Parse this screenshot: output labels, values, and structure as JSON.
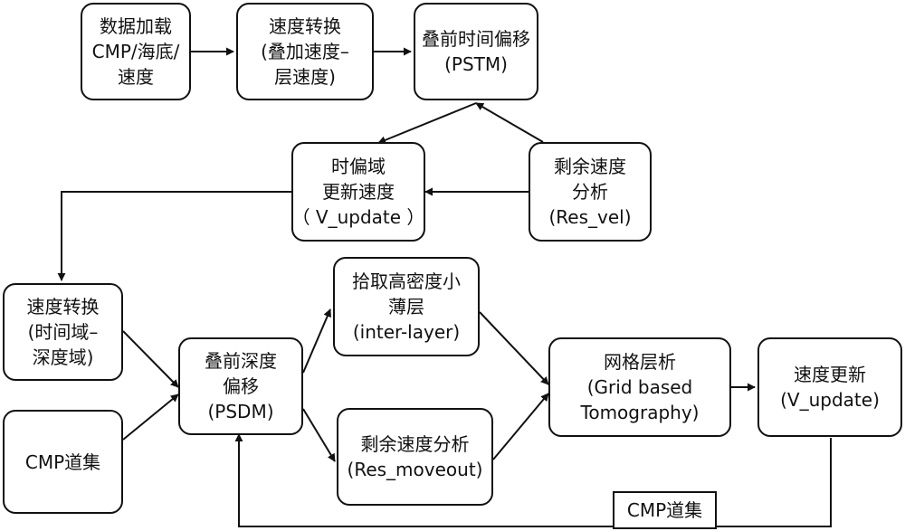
{
  "nodes": {
    "load": {
      "lines": [
        "数据加载",
        "CMP/海底/",
        "速度"
      ]
    },
    "conv1": {
      "lines": [
        "速度转换",
        "(叠加速度–",
        "层速度)"
      ]
    },
    "pstm": {
      "lines": [
        "叠前时间偏移",
        "(PSTM)"
      ]
    },
    "resvel": {
      "lines": [
        "剩余速度",
        "分析",
        "(Res_vel)"
      ]
    },
    "vupdate1": {
      "lines": [
        "时偏域",
        "更新速度",
        "（ V_update ）"
      ]
    },
    "conv2": {
      "lines": [
        "速度转换",
        "(时间域–",
        "深度域)"
      ]
    },
    "cmp": {
      "lines": [
        "CMP道集"
      ]
    },
    "psdm": {
      "lines": [
        "叠前深度",
        "偏移",
        "(PSDM)"
      ]
    },
    "interlayer": {
      "lines": [
        "拾取高密度小",
        "薄层",
        "(inter-layer)"
      ]
    },
    "resmove": {
      "lines": [
        "剩余速度分析",
        "(Res_moveout)"
      ]
    },
    "tomo": {
      "lines": [
        "网格层析",
        "(Grid based",
        "Tomography)"
      ]
    },
    "vupdate2": {
      "lines": [
        "速度更新",
        "(V_update)"
      ]
    },
    "cmplabel": {
      "lines": [
        "CMP道集"
      ]
    }
  }
}
